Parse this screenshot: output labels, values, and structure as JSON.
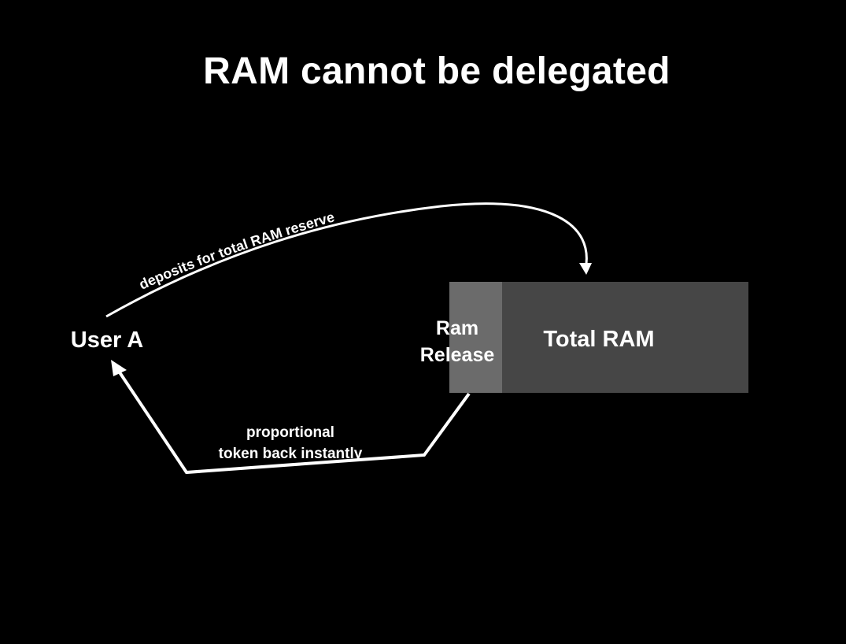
{
  "title": "RAM cannot be delegated",
  "nodes": {
    "user": "User A",
    "ram_release_line1": "Ram",
    "ram_release_line2": "Release",
    "total_ram": "Total RAM"
  },
  "edges": {
    "deposit_label": "deposits for total RAM reserve",
    "return_label_line1": "proportional",
    "return_label_line2": "token back instantly"
  },
  "colors": {
    "background": "#000000",
    "text": "#ffffff",
    "ram_release_fill": "#6b6b6b",
    "total_ram_fill": "#464646",
    "arrow": "#ffffff"
  }
}
